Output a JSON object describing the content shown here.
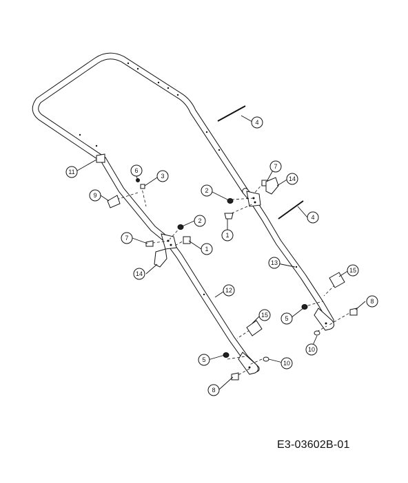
{
  "drawing_code": "E3-03602B-01",
  "callouts": [
    {
      "id": "c1a",
      "label": "1"
    },
    {
      "id": "c1b",
      "label": "1"
    },
    {
      "id": "c2a",
      "label": "2"
    },
    {
      "id": "c2b",
      "label": "2"
    },
    {
      "id": "c3",
      "label": "3"
    },
    {
      "id": "c4a",
      "label": "4"
    },
    {
      "id": "c4b",
      "label": "4"
    },
    {
      "id": "c5a",
      "label": "5"
    },
    {
      "id": "c5b",
      "label": "5"
    },
    {
      "id": "c6",
      "label": "6"
    },
    {
      "id": "c7a",
      "label": "7"
    },
    {
      "id": "c7b",
      "label": "7"
    },
    {
      "id": "c8a",
      "label": "8"
    },
    {
      "id": "c8b",
      "label": "8"
    },
    {
      "id": "c9",
      "label": "9"
    },
    {
      "id": "c10a",
      "label": "10"
    },
    {
      "id": "c10b",
      "label": "10"
    },
    {
      "id": "c11",
      "label": "11"
    },
    {
      "id": "c12",
      "label": "12"
    },
    {
      "id": "c13",
      "label": "13"
    },
    {
      "id": "c14a",
      "label": "14"
    },
    {
      "id": "c14b",
      "label": "14"
    },
    {
      "id": "c15a",
      "label": "15"
    },
    {
      "id": "c15b",
      "label": "15"
    }
  ]
}
